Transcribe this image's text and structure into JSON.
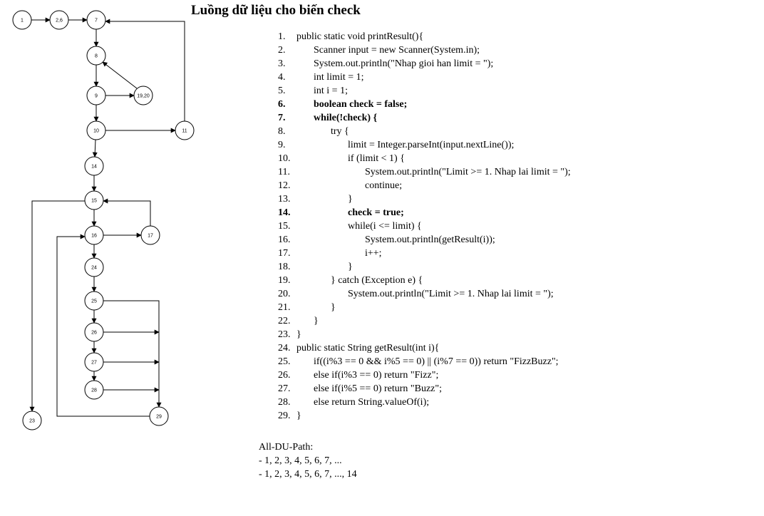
{
  "title": "Luồng dữ liệu cho biến check",
  "graph": {
    "nodes": [
      {
        "id": "1",
        "label": "1"
      },
      {
        "id": "2-6",
        "label": "2,6"
      },
      {
        "id": "7",
        "label": "7"
      },
      {
        "id": "8",
        "label": "8"
      },
      {
        "id": "9",
        "label": "9"
      },
      {
        "id": "19-20",
        "label": "19,20"
      },
      {
        "id": "10",
        "label": "10"
      },
      {
        "id": "11",
        "label": "11"
      },
      {
        "id": "14",
        "label": "14"
      },
      {
        "id": "15",
        "label": "15"
      },
      {
        "id": "16",
        "label": "16"
      },
      {
        "id": "17",
        "label": "17"
      },
      {
        "id": "24",
        "label": "24"
      },
      {
        "id": "25",
        "label": "25"
      },
      {
        "id": "26",
        "label": "26"
      },
      {
        "id": "27",
        "label": "27"
      },
      {
        "id": "28",
        "label": "28"
      },
      {
        "id": "29",
        "label": "29"
      },
      {
        "id": "23",
        "label": "23"
      }
    ]
  },
  "code": [
    {
      "num": "1.",
      "text": "public static void printResult(){",
      "bold": false
    },
    {
      "num": "2.",
      "text": "Scanner input = new Scanner(System.in);",
      "bold": false
    },
    {
      "num": "3.",
      "text": "System.out.println(\"Nhap gioi han limit = \");",
      "bold": false
    },
    {
      "num": "4.",
      "text": "int limit = 1;",
      "bold": false
    },
    {
      "num": "5.",
      "text": "int i = 1;",
      "bold": false
    },
    {
      "num": "6.",
      "text": "boolean check = false;",
      "bold": true
    },
    {
      "num": "7.",
      "text": "while(!check) {",
      "bold": true
    },
    {
      "num": "8.",
      "text": "try {",
      "bold": false
    },
    {
      "num": "9.",
      "text": "limit = Integer.parseInt(input.nextLine());",
      "bold": false
    },
    {
      "num": "10.",
      "text": "if (limit < 1) {",
      "bold": false
    },
    {
      "num": "11.",
      "text": "System.out.println(\"Limit >= 1. Nhap lai limit = \");",
      "bold": false
    },
    {
      "num": "12.",
      "text": "continue;",
      "bold": false
    },
    {
      "num": "13.",
      "text": "}",
      "bold": false
    },
    {
      "num": "14.",
      "text": "check = true;",
      "bold": true
    },
    {
      "num": "15.",
      "text": "while(i <= limit) {",
      "bold": false
    },
    {
      "num": "16.",
      "text": "System.out.println(getResult(i));",
      "bold": false
    },
    {
      "num": "17.",
      "text": "i++;",
      "bold": false
    },
    {
      "num": "18.",
      "text": "}",
      "bold": false
    },
    {
      "num": "19.",
      "text": "} catch (Exception e) {",
      "bold": false
    },
    {
      "num": "20.",
      "text": "System.out.println(\"Limit >= 1. Nhap lai limit = \");",
      "bold": false
    },
    {
      "num": "21.",
      "text": "}",
      "bold": false
    },
    {
      "num": "22.",
      "text": "}",
      "bold": false
    },
    {
      "num": "23.",
      "text": "}",
      "bold": false
    },
    {
      "num": "24.",
      "text": "public static String getResult(int i){",
      "bold": false
    },
    {
      "num": "25.",
      "text": "if((i%3 == 0 && i%5 == 0) || (i%7 == 0)) return \"FizzBuzz\";",
      "bold": false
    },
    {
      "num": "26.",
      "text": "else if(i%3 == 0) return \"Fizz\";",
      "bold": false
    },
    {
      "num": "27.",
      "text": "else if(i%5 == 0) return \"Buzz\";",
      "bold": false
    },
    {
      "num": "28.",
      "text": "else return String.valueOf(i);",
      "bold": false
    },
    {
      "num": "29.",
      "text": "}",
      "bold": false
    }
  ],
  "du": {
    "heading": "All-DU-Path:",
    "paths": [
      "- 1, 2, 3, 4, 5, 6, 7, ...",
      "- 1, 2, 3, 4, 5, 6, 7, ..., 14"
    ]
  }
}
